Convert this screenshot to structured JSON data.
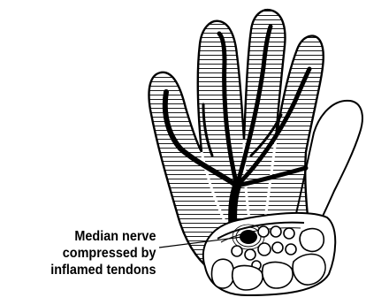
{
  "diagram": {
    "callout_lines": [
      "Median nerve",
      "compressed by",
      "inflamed tendons"
    ],
    "colors": {
      "ink": "#000000",
      "paper": "#ffffff"
    }
  }
}
